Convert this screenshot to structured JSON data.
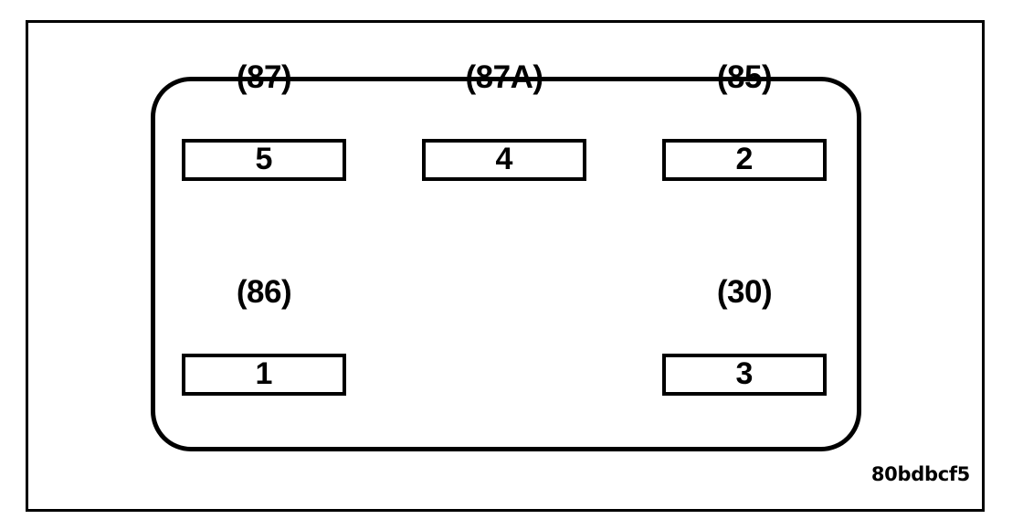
{
  "diagram": {
    "type": "automotive-relay-terminal-layout",
    "figure_code": "80bdbcf5",
    "colors": {
      "line": "#000000",
      "background": "#ffffff"
    },
    "terminals": [
      {
        "id": "87",
        "label": "(87)",
        "pin": "5",
        "row": "top",
        "column": "left"
      },
      {
        "id": "87A",
        "label": "(87A)",
        "pin": "4",
        "row": "top",
        "column": "center"
      },
      {
        "id": "85",
        "label": "(85)",
        "pin": "2",
        "row": "top",
        "column": "right"
      },
      {
        "id": "86",
        "label": "(86)",
        "pin": "1",
        "row": "bottom",
        "column": "left"
      },
      {
        "id": "30",
        "label": "(30)",
        "pin": "3",
        "row": "bottom",
        "column": "right"
      }
    ]
  }
}
